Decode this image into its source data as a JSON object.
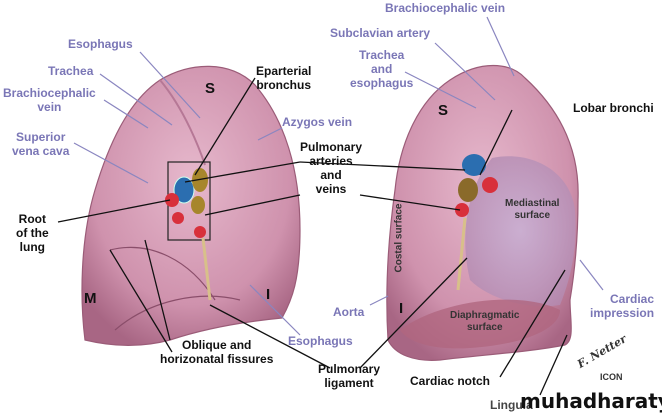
{
  "left_lung": {
    "labels_blue": {
      "esophagus": "Esophagus",
      "trachea": "Trachea",
      "brachiocephalic_vein": [
        "Brachiocephalic",
        "vein"
      ],
      "superior_vena_cava": [
        "Superior",
        "vena cava"
      ],
      "azygos_vein": "Azygos vein",
      "esophagus_lower": "Esophagus"
    },
    "labels_black": {
      "eparterial_bronchus": [
        "Eparterial",
        "bronchus"
      ],
      "root_of_lung": [
        "Root",
        "of the",
        "lung"
      ],
      "oblique_fissures": [
        "Oblique and",
        "horizonatal fissures"
      ],
      "superior": "S",
      "middle": "M",
      "inferior": "I"
    }
  },
  "center": {
    "pulmonary_vessels": [
      "Pulmonary",
      "arteries",
      "and",
      "veins"
    ],
    "pulmonary_ligament": [
      "Pulmonary",
      "ligament"
    ]
  },
  "right_lung": {
    "labels_blue": {
      "brachiocephalic_vein": "Brachiocephalic vein",
      "subclavian_artery": "Subclavian artery",
      "trachea_esophagus": [
        "Trachea",
        "and",
        "esophagus"
      ],
      "aorta": "Aorta",
      "cardiac_impression": [
        "Cardiac",
        "impression"
      ]
    },
    "labels_black": {
      "lobar_bronchi": "Lobar bronchi",
      "mediastinal_surface": [
        "Mediastinal",
        "surface"
      ],
      "costal_surface": "Costal surface",
      "diaphragmatic_surface": [
        "Diaphragmatic",
        "surface"
      ],
      "cardiac_notch": "Cardiac notch",
      "lingula": "Lingula",
      "superior": "S",
      "inferior": "I"
    }
  },
  "signature": "F. Netter",
  "publisher": "ICON",
  "watermark": "muhadharaty.com"
}
